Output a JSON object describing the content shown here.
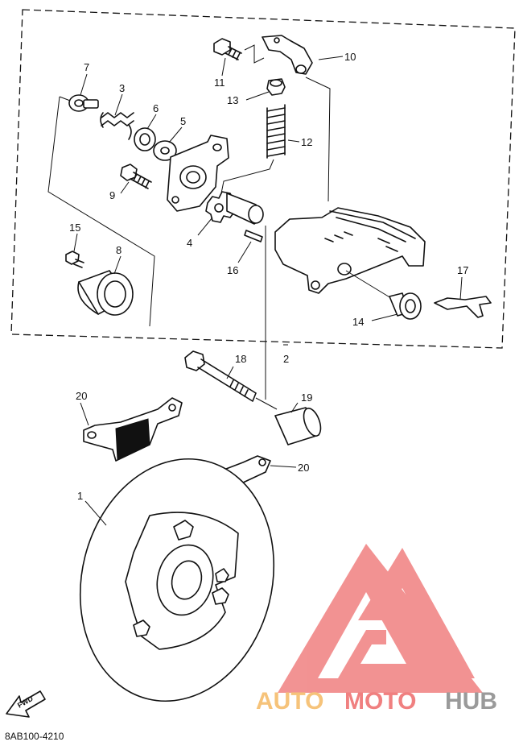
{
  "diagram": {
    "assembly_label": "2",
    "callouts": {
      "c1": "1",
      "c3": "3",
      "c4": "4",
      "c5": "5",
      "c6": "6",
      "c7": "7",
      "c8": "8",
      "c9": "9",
      "c10": "10",
      "c11": "11",
      "c12": "12",
      "c13": "13",
      "c14": "14",
      "c15": "15",
      "c16": "16",
      "c17": "17",
      "c18": "18",
      "c19": "19",
      "c20a": "20",
      "c20b": "20"
    },
    "fwd_label": "FWD",
    "diagram_code": "8AB100-4210"
  },
  "watermark": {
    "text_auto": "AUTO",
    "text_moto": "MOTO",
    "text_hub": "HUB",
    "color_red": "#f08080",
    "color_orange": "#f6c37a",
    "color_gray": "#9a9a9a"
  }
}
